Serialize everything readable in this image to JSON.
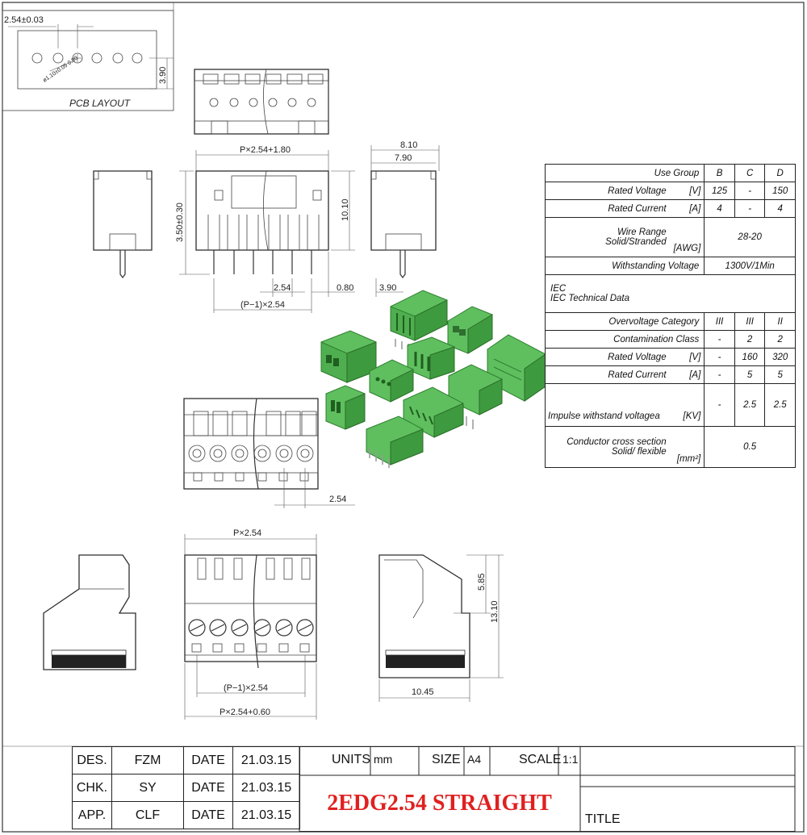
{
  "pcb": {
    "pitch_dim": "2.54±0.03",
    "hole_dim": "ø1.10±0.05\n0.80",
    "height_dim": "3.90",
    "caption": "PCB LAYOUT"
  },
  "top_view_dims": {
    "overall_width": "P×2.54+1.80",
    "depth_1": "8.10",
    "depth_2": "7.90",
    "height_left": "3.50±0.30",
    "height_right": "10.10",
    "pitch": "2.54",
    "pin_offset": "0.80",
    "side_pin": "3.90",
    "span": "(P−1)×2.54"
  },
  "plug_dims": {
    "pitch_bottom": "2.54",
    "width_top": "P×2.54",
    "h1": "5.85",
    "h2": "13.10",
    "span": "(P−1)×2.54",
    "overall": "P×2.54+0.60",
    "depth": "10.45"
  },
  "spec": {
    "rows": {
      "use_group": {
        "label": "Use Group",
        "b": "B",
        "c": "C",
        "d": "D"
      },
      "rated_voltage": {
        "label": "Rated Voltage",
        "unit": "[V]",
        "b": "125",
        "c": "-",
        "d": "150"
      },
      "rated_current": {
        "label": "Rated Current",
        "unit": "[A]",
        "b": "4",
        "c": "-",
        "d": "4"
      },
      "wire_range": {
        "label1": "Wire Range",
        "label2": "Solid/Stranded",
        "unit": "[AWG]",
        "value": "28-20"
      },
      "withstanding": {
        "label": "Withstanding Voltage",
        "value": "1300V/1Min"
      },
      "iec": {
        "line1": "IEC",
        "line2": "IEC   Technical Data"
      },
      "overvoltage": {
        "label": "Overvoltage Category",
        "b": "III",
        "c": "III",
        "d": "II"
      },
      "contamination": {
        "label": "Contamination Class",
        "b": "-",
        "c": "2",
        "d": "2"
      },
      "iec_voltage": {
        "label": "Rated Voltage",
        "unit": "[V]",
        "b": "-",
        "c": "160",
        "d": "320"
      },
      "iec_current": {
        "label": "Rated Current",
        "unit": "[A]",
        "b": "-",
        "c": "5",
        "d": "5"
      },
      "impulse": {
        "label": "Impulse withstand voltagea",
        "unit": "[KV]",
        "b": "-",
        "c": "2.5",
        "d": "2.5"
      },
      "cross_section": {
        "label1": "Conductor cross section",
        "label2": "Solid/ flexible",
        "unit": "[mm²]",
        "value": "0.5"
      }
    }
  },
  "title_block": {
    "rows": [
      {
        "role": "DES.",
        "name": "FZM",
        "date_label": "DATE",
        "date": "21.03.15"
      },
      {
        "role": "CHK.",
        "name": "SY",
        "date_label": "DATE",
        "date": "21.03.15"
      },
      {
        "role": "APP.",
        "name": "CLF",
        "date_label": "DATE",
        "date": "21.03.15"
      }
    ],
    "units_label": "UNITS",
    "units": "mm",
    "size_label": "SIZE",
    "size": "A4",
    "scale_label": "SCALE",
    "scale": "1:1",
    "part_title": "2EDG2.54 STRAIGHT",
    "title_label": "TITLE"
  },
  "colors": {
    "connector_green": "#5fbf5f",
    "title_red": "#e02020"
  }
}
